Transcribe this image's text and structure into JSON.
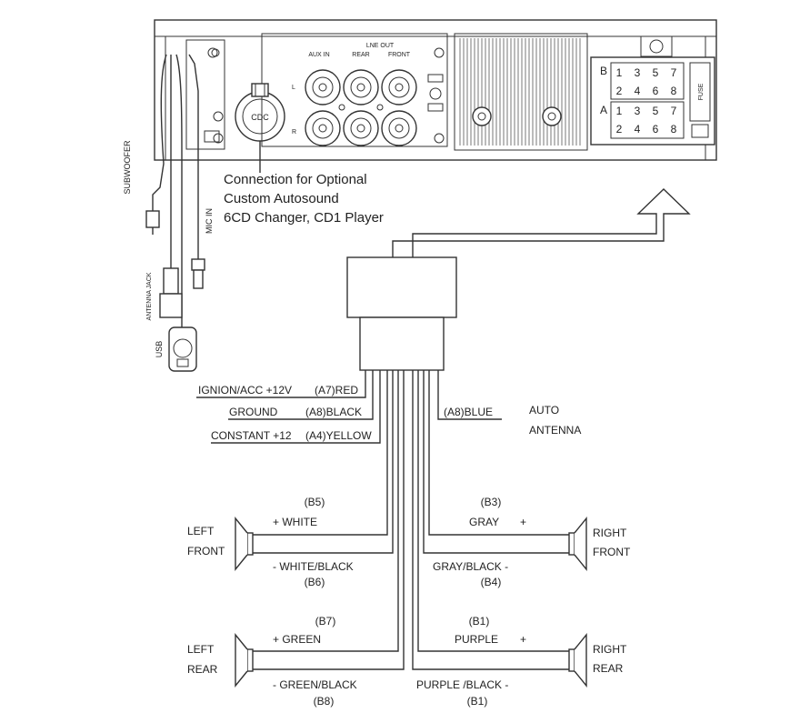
{
  "head_unit": {
    "aux_in": "AUX IN",
    "line_out": "LNE OUT",
    "rear": "REAR",
    "front": "FRONT",
    "channel_l": "L",
    "channel_r": "R",
    "cdc": "CDC",
    "fuse": "FUSE",
    "connector_b": "B",
    "connector_a": "A",
    "pins_top": [
      "1",
      "3",
      "5",
      "7"
    ],
    "pins_bottom": [
      "2",
      "4",
      "6",
      "8"
    ]
  },
  "cdc_note": {
    "line1": "Connection for Optional",
    "line2": "Custom Autosound",
    "line3": "6CD Changer, CD1 Player"
  },
  "cables": {
    "subwoofer": "SUBWOOFER",
    "mic_in": "MIC IN",
    "antenna_jack": "ANTENNA JACK",
    "usb": "USB"
  },
  "power_wires": {
    "ignition": "IGNION/ACC +12V",
    "ignition_code": "(A7)RED",
    "ground": "GROUND",
    "ground_code": "(A8)BLACK",
    "constant": "CONSTANT +12",
    "constant_code": "(A4)YELLOW",
    "antenna_code": "(A8)BLUE",
    "auto": "AUTO",
    "antenna": "ANTENNA"
  },
  "speakers": {
    "left_front": {
      "line1": "LEFT",
      "line2": "FRONT",
      "pos_code": "(B5)",
      "pos_label": "+ WHITE",
      "neg_label": "- WHITE/BLACK",
      "neg_code": "(B6)"
    },
    "right_front": {
      "line1": "RIGHT",
      "line2": "FRONT",
      "pos_code": "(B3)",
      "pos_label": "GRAY",
      "pos_sign": "+",
      "neg_label": "GRAY/BLACK -",
      "neg_code": "(B4)"
    },
    "left_rear": {
      "line1": "LEFT",
      "line2": "REAR",
      "pos_code": "(B7)",
      "pos_label": "+ GREEN",
      "neg_label": "- GREEN/BLACK",
      "neg_code": "(B8)"
    },
    "right_rear": {
      "line1": "RIGHT",
      "line2": "REAR",
      "pos_code": "(B1)",
      "pos_label": "PURPLE",
      "pos_sign": "+",
      "neg_label": "PURPLE /BLACK -",
      "neg_code": "(B1)"
    }
  }
}
